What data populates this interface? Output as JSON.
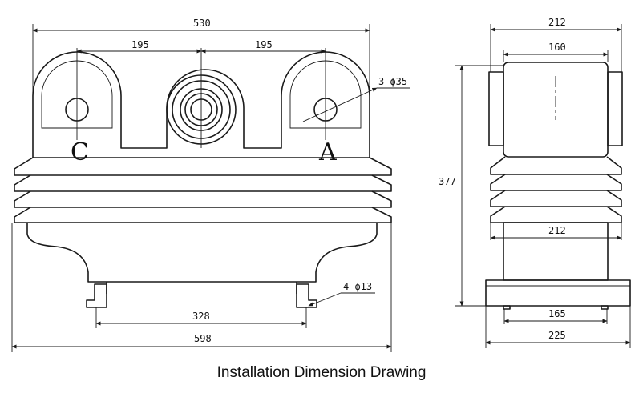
{
  "caption": "Installation Dimension Drawing",
  "front_view": {
    "width_top": "530",
    "spacing_left": "195",
    "spacing_right": "195",
    "hole_spec": "3-ϕ35",
    "mount_spec": "4-ϕ13",
    "mount_spacing": "328",
    "overall_width": "598",
    "phase_left": "C",
    "phase_right": "A"
  },
  "side_view": {
    "top_width": "212",
    "head_width": "160",
    "height": "377",
    "body_width": "212",
    "mount_spacing": "165",
    "base_width": "225"
  }
}
